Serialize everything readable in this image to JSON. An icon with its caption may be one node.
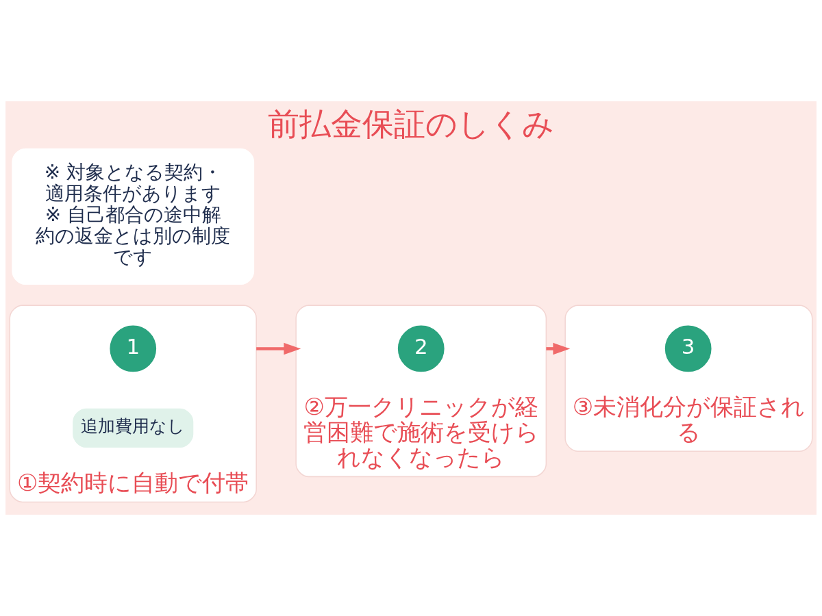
{
  "diagram": {
    "title": "前払金保証のしくみ",
    "nodes": [
      {
        "text": [
          "①契約時に自動で付帯"
        ]
      },
      {
        "text": [
          "1"
        ],
        "in": 0
      },
      {
        "text": [
          "追加費用なし"
        ],
        "in": 0
      },
      {
        "text": [
          "②万一クリニックが経営困難で施術を受けられなくなったら"
        ]
      },
      {
        "text": [
          "2"
        ],
        "in": 3
      },
      {
        "text": [
          "③未消化分が保証される"
        ]
      },
      {
        "text": [
          "3"
        ],
        "in": 5
      },
      {
        "text": [
          "※ 対象となる契約・適用条件があります",
          "※ 自己都合の途中解約の返金とは別の制度です"
        ]
      }
    ],
    "edges": [
      {
        "from": 0,
        "to": 3,
        "arrow": "to"
      },
      {
        "from": 3,
        "to": 5,
        "arrow": "to"
      }
    ]
  }
}
